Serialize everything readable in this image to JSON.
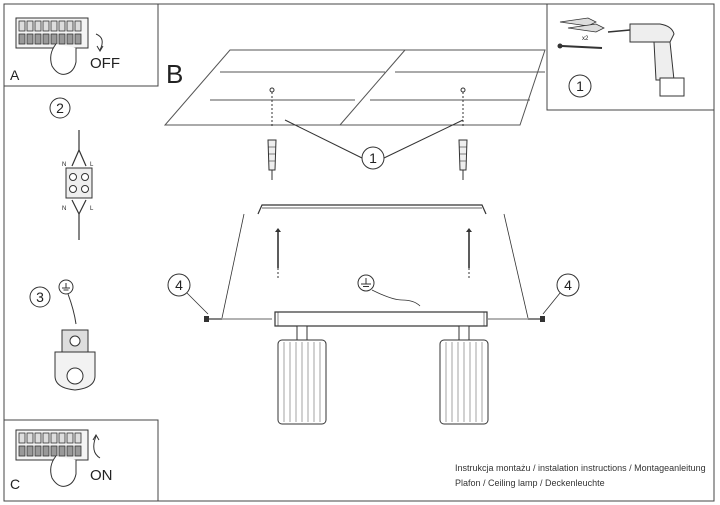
{
  "panel_a": {
    "letter": "A",
    "switch_text": "OFF"
  },
  "panel_c": {
    "letter": "C",
    "switch_text": "ON"
  },
  "main_panel": {
    "letter": "B"
  },
  "steps": {
    "drill_step": "1",
    "screw_qty": "x2",
    "ceiling_step": "1",
    "wiring_step": "2",
    "wiring_labels": {
      "top_n": "N",
      "top_l": "L",
      "bottom_n": "N",
      "bottom_l": "L"
    },
    "ground_step": "3",
    "side_screw_left": "4",
    "side_screw_right": "4"
  },
  "caption": {
    "line1": "Instrukcja montażu / instalation instructions / Montageanleitung",
    "line2": "Plafon / Ceiling lamp / Deckenleuchte"
  }
}
